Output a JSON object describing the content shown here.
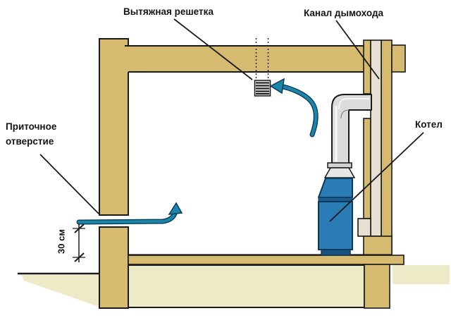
{
  "diagram": {
    "labels": {
      "exhaust_grille": "Вытяжная решетка",
      "chimney_duct": "Канал дымохода",
      "supply_opening": "Приточное отверстие",
      "boiler": "Котел",
      "dimension_30cm": "30 см"
    },
    "colors": {
      "background": "#ffffff",
      "text": "#141414",
      "wall": "#d5ba70",
      "wall_outline": "#1a1a1a",
      "cavity": "#e7dfd2",
      "underfloor": "#edeac8",
      "pipe": "#dcdcdc",
      "pipe_light": "#f7f7f7",
      "grille": "#dddddd",
      "boiler_body": "#2a7cb5",
      "boiler_band": "#1c5c8e",
      "boiler_base": "#17517f",
      "boiler_outline": "#0d3a5c",
      "arrow": "#1d84ac",
      "arrow_outline": "#063d59"
    }
  }
}
